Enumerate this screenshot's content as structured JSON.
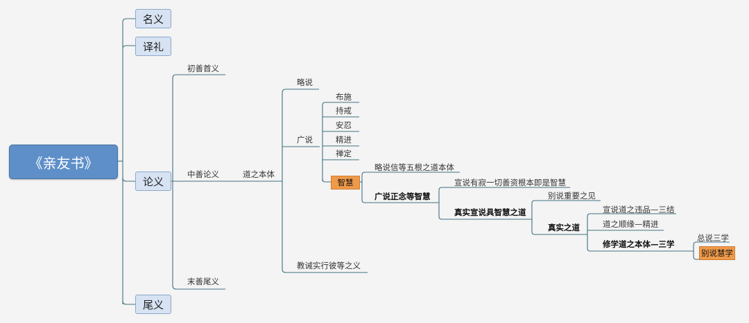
{
  "root": {
    "label": "《亲友书》"
  },
  "main_branches": {
    "ming_yi": "名义",
    "yi_li": "译礼",
    "lun_yi": "论义",
    "wei_yi": "尾义"
  },
  "lun_yi_children": {
    "chu_shan": "初善首义",
    "zhong_shan": "中善论义",
    "mo_shan": "末善尾义"
  },
  "dao_zhi_ben_ti": "道之本体",
  "dao_children": {
    "lve_shuo": "略说",
    "guang_shuo": "广说",
    "jiao_jie": "教诫实行彼等之义"
  },
  "guang_shuo_children": {
    "bu_shi": "布施",
    "chi_jie": "持戒",
    "an_ren": "安忍",
    "jing_jin": "精进",
    "chan_ding": "禅定",
    "zhi_hui": "智慧"
  },
  "zhi_hui_children": {
    "lve_shuo_xin": "略说信等五根之道本体",
    "guang_shuo_zheng_nian": "广说正念等智慧"
  },
  "zheng_nian_children": {
    "xuan_shuo": "宣说有寂一切善资根本即是智慧",
    "zhen_shi_xuan_shuo": "真实宣说具智慧之道"
  },
  "zhen_shi_xuan_shuo_children": {
    "bie_shuo_zhong_yao": "别说重要之见",
    "zhen_shi_zhi_dao": "真实之道"
  },
  "zhen_shi_zhi_dao_children": {
    "xuan_shuo_wei_pin": "宣说道之违品—三结",
    "dao_zhi_shun_yuan": "道之顺缘—精进",
    "xiu_xue": "修学道之本体—三学"
  },
  "xiu_xue_children": {
    "zong_shuo": "总说三学",
    "bie_shuo_hui_xue": "别说慧学"
  },
  "colors": {
    "root_fill": "#5e8fc9",
    "main_fill": "#d7e3f3",
    "highlight": "#ef9a4a",
    "line": "#3f6f7f"
  }
}
